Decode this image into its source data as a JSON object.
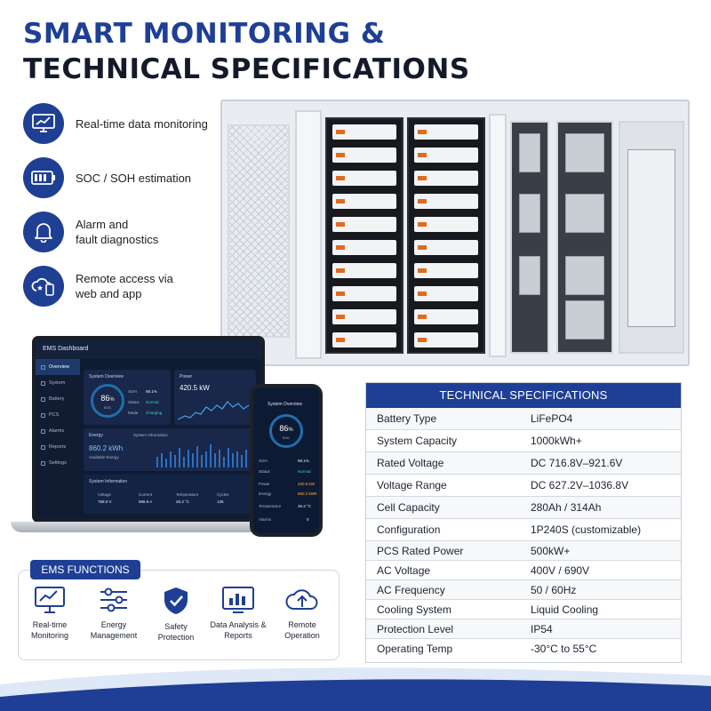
{
  "header": {
    "line1": "SMART MONITORING &",
    "line2": "TECHNICAL SPECIFICATIONS"
  },
  "features": [
    {
      "icon": "monitor-chart-icon",
      "label": "Real-time data monitoring"
    },
    {
      "icon": "battery-icon",
      "label": "SOC / SOH estimation"
    },
    {
      "icon": "bell-icon",
      "label": "Alarm and\nfault diagnostics"
    },
    {
      "icon": "cloud-phone-icon",
      "label": "Remote access via\nweb and app"
    }
  ],
  "dashboard": {
    "title": "EMS Dashboard",
    "sidebar": [
      "Overview",
      "System",
      "Battery",
      "PCS",
      "Alarms",
      "Reports",
      "Settings"
    ],
    "system_overview": {
      "title": "System Overview",
      "soc_pct": "86",
      "soc_unit": "%",
      "soc_label": "SOC",
      "soh_label": "SOH",
      "soh_value": "98.1%",
      "status_label": "Status",
      "status_value": "Normal",
      "mode_label": "Mode",
      "mode_value": "Charging"
    },
    "power": {
      "title": "Power",
      "value": "420.5 kW"
    },
    "energy": {
      "title": "Energy",
      "sub": "System Information",
      "value": "860.2 kWh",
      "caption": "Available Energy"
    },
    "system_info": {
      "title": "System Information",
      "items": [
        {
          "label": "Voltage",
          "value": "768.0 V"
        },
        {
          "label": "Current",
          "value": "586.6 A"
        },
        {
          "label": "Temperature",
          "value": "26.3 °C"
        },
        {
          "label": "Cycles",
          "value": "135"
        }
      ]
    }
  },
  "phone": {
    "title": "System Overview",
    "soc_pct": "86",
    "soc_unit": "%",
    "soc_label": "SOC",
    "rows": [
      {
        "label": "SOH",
        "value": "98.1%"
      },
      {
        "label": "Status",
        "value": "Normal"
      },
      {
        "label": "Power",
        "value": "420.5 kW"
      },
      {
        "label": "Energy",
        "value": "860.2 kWh"
      },
      {
        "label": "Temperature",
        "value": "26.3 °C"
      },
      {
        "label": "Alarms",
        "value": "0"
      }
    ]
  },
  "specs": {
    "title": "TECHNICAL SPECIFICATIONS",
    "rows": [
      {
        "key": "Battery Type",
        "value": "LiFePO4"
      },
      {
        "key": "System Capacity",
        "value": "1000kWh+"
      },
      {
        "key": "Rated Voltage",
        "value": "DC 716.8V–921.6V"
      },
      {
        "key": "Voltage Range",
        "value": "DC 627.2V–1036.8V"
      },
      {
        "key": "Cell Capacity",
        "value": "280Ah / 314Ah"
      },
      {
        "key": "Configuration",
        "value": "1P240S (customizable)"
      },
      {
        "key": "PCS Rated Power",
        "value": "500kW+"
      },
      {
        "key": "AC Voltage",
        "value": "400V / 690V"
      },
      {
        "key": "AC Frequency",
        "value": "50 / 60Hz"
      },
      {
        "key": "Cooling System",
        "value": "Liquid Cooling"
      },
      {
        "key": "Protection Level",
        "value": "IP54"
      },
      {
        "key": "Operating Temp",
        "value": "-30°C to 55°C"
      }
    ]
  },
  "ems": {
    "title": "EMS FUNCTIONS",
    "items": [
      {
        "icon": "monitor-chart-icon",
        "label": "Real-time\nMonitoring"
      },
      {
        "icon": "sliders-icon",
        "label": "Energy\nManagement"
      },
      {
        "icon": "shield-check-icon",
        "label": "Safety\nProtection"
      },
      {
        "icon": "bar-chart-icon",
        "label": "Data Analysis &\nReports"
      },
      {
        "icon": "cloud-upload-icon",
        "label": "Remote\nOperation"
      }
    ]
  },
  "colors": {
    "primary": "#1e3f95",
    "dark": "#141a2a",
    "accent": "#3fd1c1"
  }
}
